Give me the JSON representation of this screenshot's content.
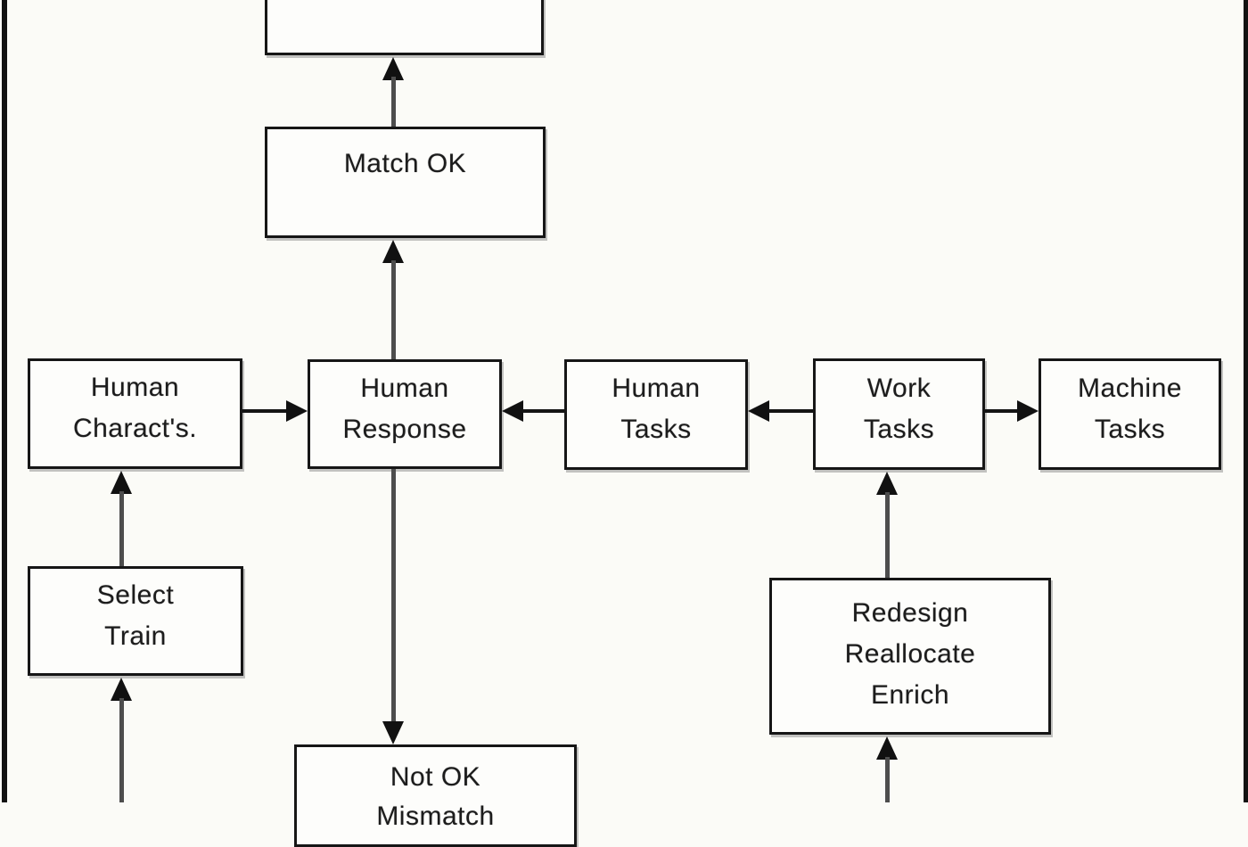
{
  "diagram": {
    "type": "flowchart",
    "description": "Human-machine task allocation flow diagram, cropped at top and bottom edges",
    "colors": {
      "background": "#fbfbf7",
      "node_fill": "#fdfdfb",
      "node_border": "#161616",
      "text": "#1c1c1c",
      "arrow_shaft_vertical": "#4d4d4d",
      "arrow_black": "#111111",
      "frame_border": "#121212"
    },
    "nodes": {
      "top": {
        "label": ""
      },
      "match_ok": {
        "line1": "Match OK"
      },
      "human_characts": {
        "line1": "Human",
        "line2": "Charact's."
      },
      "human_response": {
        "line1": "Human",
        "line2": "Response"
      },
      "human_tasks": {
        "line1": "Human",
        "line2": "Tasks"
      },
      "work_tasks": {
        "line1": "Work",
        "line2": "Tasks"
      },
      "machine_tasks": {
        "line1": "Machine",
        "line2": "Tasks"
      },
      "select_train": {
        "line1": "Select",
        "line2": "Train"
      },
      "redesign": {
        "line1": "Redesign",
        "line2": "Reallocate",
        "line3": "Enrich"
      },
      "not_ok": {
        "line1": "Not OK",
        "line2": "Mismatch"
      }
    },
    "edges": [
      {
        "from": "match_ok",
        "to": "top",
        "direction": "up"
      },
      {
        "from": "human_response",
        "to": "match_ok",
        "direction": "up"
      },
      {
        "from": "human_response",
        "to": "not_ok",
        "direction": "down"
      },
      {
        "from": "human_characts",
        "to": "human_response",
        "direction": "right"
      },
      {
        "from": "human_tasks",
        "to": "human_response",
        "direction": "left"
      },
      {
        "from": "work_tasks",
        "to": "human_tasks",
        "direction": "left"
      },
      {
        "from": "work_tasks",
        "to": "machine_tasks",
        "direction": "right"
      },
      {
        "from": "select_train",
        "to": "human_characts",
        "direction": "up"
      },
      {
        "from": "offscreen_bottom",
        "to": "select_train",
        "direction": "up"
      },
      {
        "from": "redesign",
        "to": "work_tasks",
        "direction": "up"
      },
      {
        "from": "offscreen_bottom",
        "to": "redesign",
        "direction": "up"
      }
    ]
  }
}
